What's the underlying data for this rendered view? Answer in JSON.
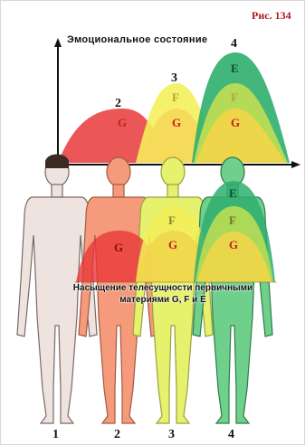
{
  "figure_label": "Рис. 134",
  "chart_title": "Эмоциональное состояние",
  "caption_line1": "Насыщение телесущности первичными",
  "caption_line2": "материями G, F и E",
  "stage_numbers": [
    "1",
    "2",
    "3",
    "4"
  ],
  "curve_numbers": [
    "2",
    "3",
    "4"
  ],
  "layer_letters": {
    "g": "G",
    "f": "F",
    "e": "E"
  },
  "colors": {
    "g_layer": "#e8383a",
    "f_layer": "#f3ef5a",
    "e_layer": "#2fae6e",
    "figure1": "#efe3df",
    "figure2": "#f59a7a",
    "figure3": "#e6f16e",
    "figure4": "#6fd08c",
    "label_red": "#b01818"
  }
}
